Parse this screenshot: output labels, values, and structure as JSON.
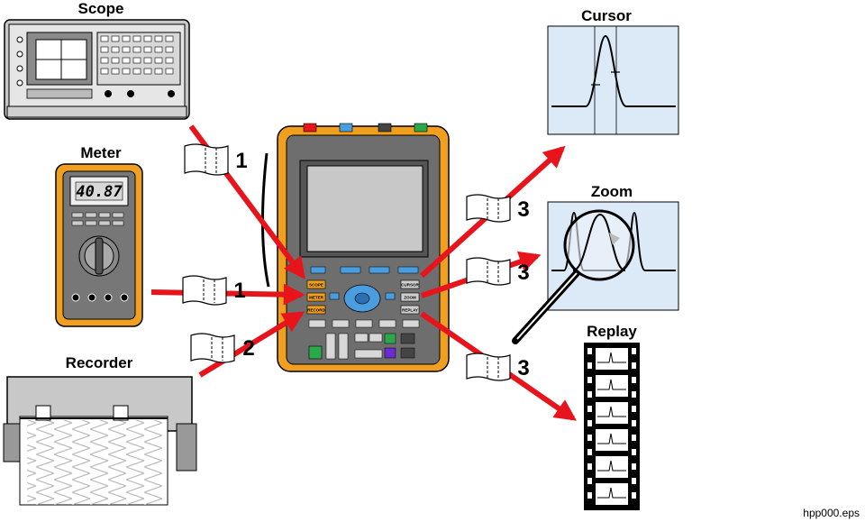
{
  "labels": {
    "scope": "Scope",
    "meter": "Meter",
    "recorder": "Recorder",
    "cursor": "Cursor",
    "zoom": "Zoom",
    "replay": "Replay"
  },
  "meter_display": "40.87",
  "buttons": {
    "scope": "SCOPE",
    "meter": "METER",
    "record": "RECORD",
    "cursor": "CURSOR",
    "zoom": "ZOOM",
    "replay": "REPLAY"
  },
  "callouts": {
    "scope_step": "1",
    "meter_step": "1",
    "recorder_step": "2",
    "cursor_step": "3",
    "zoom_step": "3",
    "replay_step": "3"
  },
  "filename": "hpp000.eps",
  "colors": {
    "arrow": "#e8141c",
    "device_orange": "#f0a01e",
    "device_body": "#6e6e6e",
    "screen": "#c8c8c8",
    "key_blue": "#4a9ee0",
    "panel_blue": "#dce9f6"
  }
}
